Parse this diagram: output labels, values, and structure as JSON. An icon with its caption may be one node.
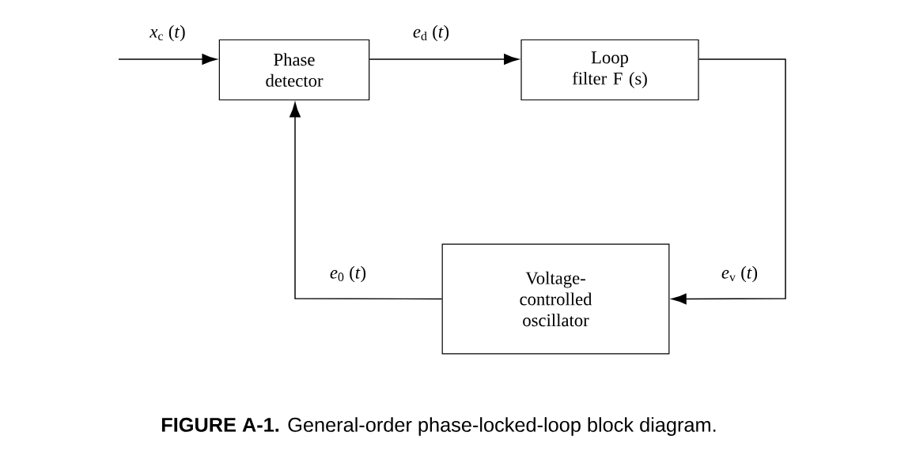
{
  "diagram": {
    "caption": "**FIGURE A-1.** General-order phase-locked-loop block diagram.",
    "nodes": [
      {
        "text": [
          "Phase detector"
        ]
      },
      {
        "text": [
          "Loop filter F (s)"
        ]
      },
      {
        "text": [
          "Voltage-controlled oscillator"
        ]
      }
    ],
    "edges": [
      {
        "from": null,
        "to": 0,
        "arrow": "to",
        "label": "*x*$_{c}$ (*t*)"
      },
      {
        "from": 0,
        "to": 1,
        "arrow": "to",
        "label": "*e*$_{d}$ (*t*)"
      },
      {
        "from": 1,
        "to": 2,
        "arrow": "to",
        "label": "*e*$_{v}$ (*t*)"
      },
      {
        "from": 2,
        "to": 0,
        "arrow": "to",
        "label": "*e*$_{0}$ (*t*)"
      }
    ]
  }
}
